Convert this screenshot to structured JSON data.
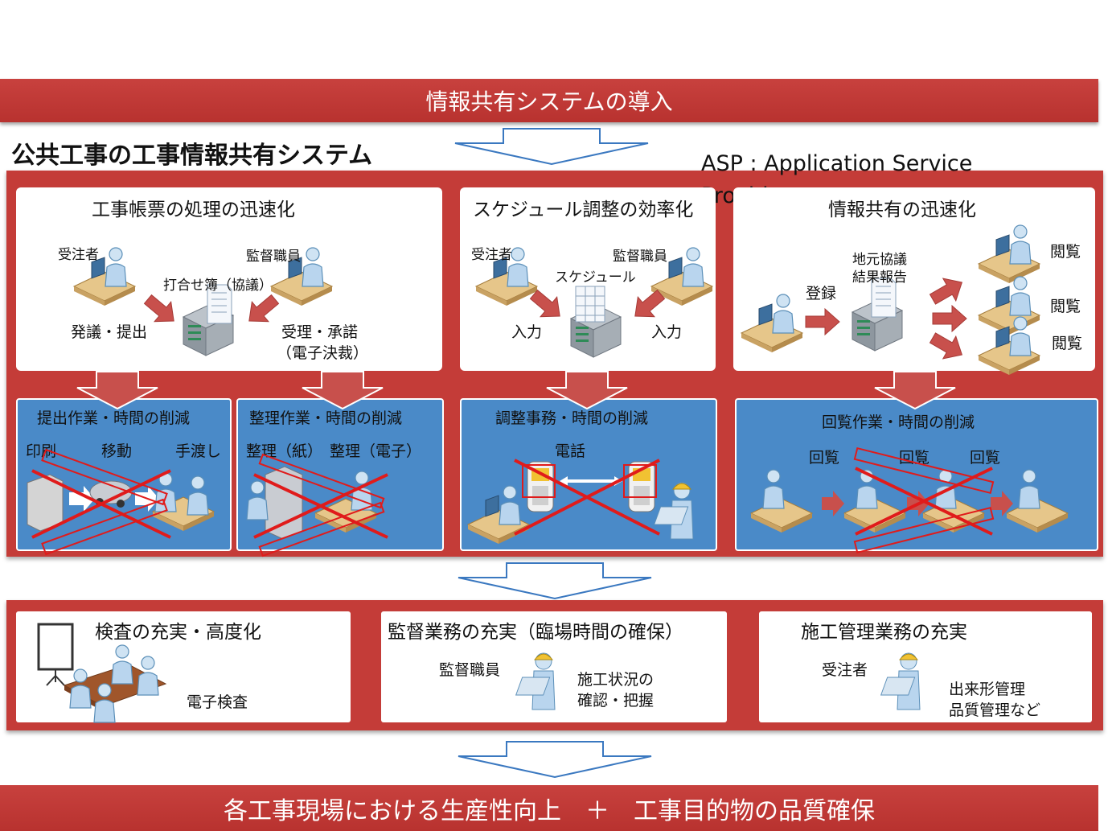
{
  "top_banner": "情報共有システムの導入",
  "system_title": "公共工事の工事情報共有システム",
  "asp_note": "ASP : Application Service Provider",
  "section1": {
    "title": "工事帳票の処理の迅速化",
    "contractor": "受注者",
    "supervisor": "監督職員",
    "document": "打合せ簿（協議）",
    "submit": "発議・提出",
    "accept": "受理・承諾",
    "e_approval": "（電子決裁）"
  },
  "section2": {
    "title": "スケジュール調整の効率化",
    "contractor": "受注者",
    "supervisor": "監督職員",
    "schedule": "スケジュール",
    "input_left": "入力",
    "input_right": "入力"
  },
  "section3": {
    "title": "情報共有の迅速化",
    "register": "登録",
    "report_line1": "地元協議",
    "report_line2": "結果報告",
    "view1": "閲覧",
    "view2": "閲覧",
    "view3": "閲覧"
  },
  "reduction1": {
    "title": "提出作業・時間の削減",
    "print": "印刷",
    "move": "移動",
    "handover": "手渡し"
  },
  "reduction2": {
    "title": "整理作業・時間の削減",
    "paper": "整理（紙）",
    "electronic": "整理（電子）"
  },
  "reduction3": {
    "title": "調整事務・時間の削減",
    "phone": "電話"
  },
  "reduction4": {
    "title": "回覧作業・時間の削減",
    "circ1": "回覧",
    "circ2": "回覧",
    "circ3": "回覧"
  },
  "outcome1": {
    "title": "検査の充実・高度化",
    "label": "電子検査"
  },
  "outcome2": {
    "title": "監督業務の充実（臨場時間の確保）",
    "role": "監督職員",
    "line1": "施工状況の",
    "line2": "確認・把握"
  },
  "outcome3": {
    "title": "施工管理業務の充実",
    "role": "受注者",
    "line1": "出来形管理",
    "line2": "品質管理など"
  },
  "bottom_banner": "各工事現場における生産性向上　＋　工事目的物の品質確保",
  "colors": {
    "banner_red": "#c43c38",
    "panel_blue": "#4a8ac8",
    "arrow_blue": "#3a78c0",
    "cross_red": "#e01b1b"
  }
}
